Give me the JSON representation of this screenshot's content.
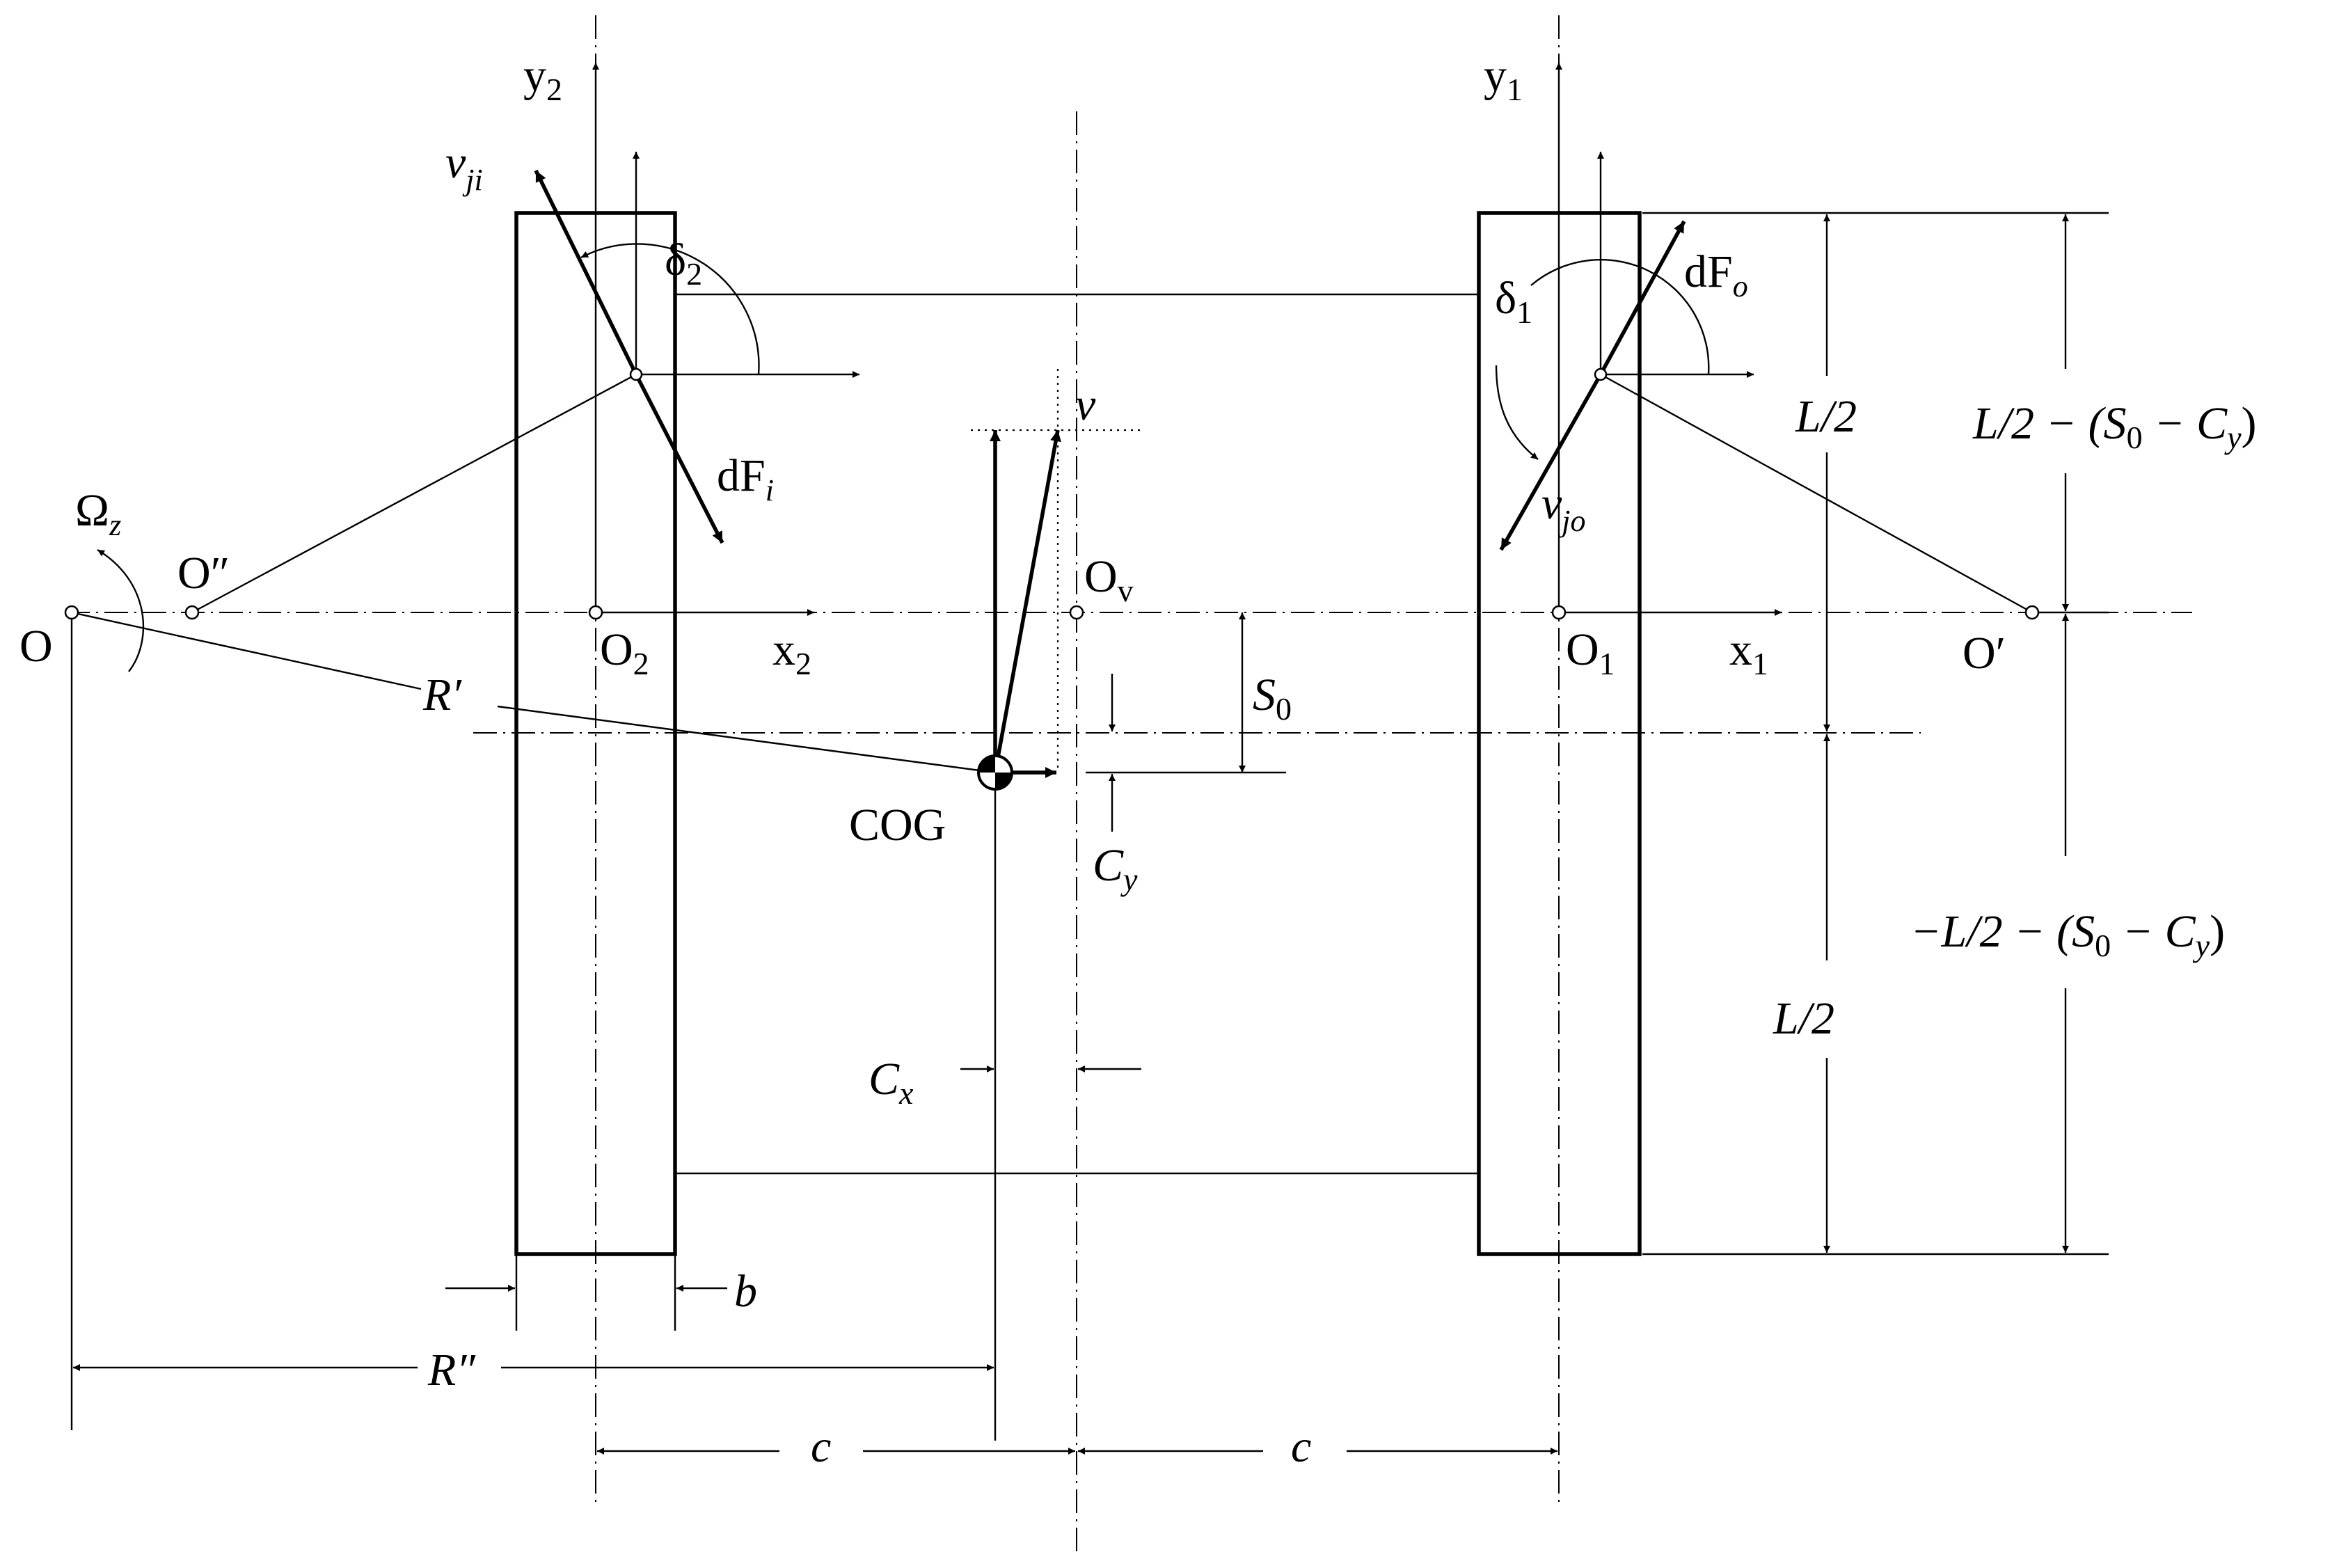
{
  "labels": {
    "y2": "y",
    "y2_sub": "2",
    "y1": "y",
    "y1_sub": "1",
    "vji": "v",
    "vji_sub": "ji",
    "delta2": "δ",
    "delta2_sub": "2",
    "delta1": "δ",
    "delta1_sub": "1",
    "dFo": "dF",
    "dFo_sub": "o",
    "dFi": "dF",
    "dFi_sub": "i",
    "vjo": "v",
    "vjo_sub": "jo",
    "v": "v",
    "omega": "Ω",
    "omega_sub": "z",
    "O_dprime": "O″",
    "O": "O",
    "O2": "O",
    "O2_sub": "2",
    "x2": "x",
    "x2_sub": "2",
    "Ov": "O",
    "Ov_sub": "v",
    "O1": "O",
    "O1_sub": "1",
    "x1": "x",
    "x1_sub": "1",
    "O_prime": "O′",
    "R_prime": "R′",
    "S0": "S",
    "S0_sub": "0",
    "COG": "COG",
    "Cy": "C",
    "Cy_sub": "y",
    "Cx": "C",
    "Cx_sub": "x",
    "b": "b",
    "R_dprime": "R″",
    "c_left": "c",
    "c_right": "c",
    "L2_top": "L/2",
    "L2_bottom": "L/2",
    "dim_top_a": "L/2 − (S",
    "dim_top_sub0": "0",
    "dim_top_b": " − C",
    "dim_top_suby": "y",
    "dim_top_c": ")",
    "dim_bot_a": "−L/2 − (S",
    "dim_bot_sub0": "0",
    "dim_bot_b": " − C",
    "dim_bot_suby": "y",
    "dim_bot_c": ")"
  }
}
